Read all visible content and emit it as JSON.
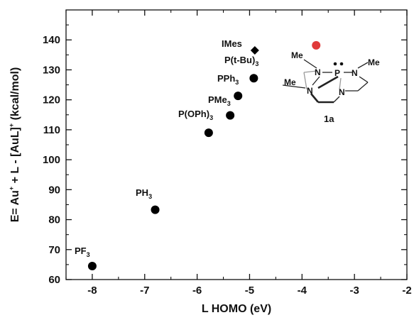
{
  "chart_data": {
    "type": "scatter",
    "title": "",
    "xlabel": "L HOMO (eV)",
    "ylabel": "E= Au+ + L - [AuL]+ (kcal/mol)",
    "xlim": [
      -8.5,
      -2
    ],
    "ylim": [
      60,
      150
    ],
    "xticks": [
      -8,
      -7,
      -6,
      -5,
      -4,
      -3,
      -2
    ],
    "yticks": [
      60,
      70,
      80,
      90,
      100,
      110,
      120,
      130,
      140
    ],
    "grid": false,
    "legend": "none",
    "points": [
      {
        "label": "PF3",
        "x": -8.0,
        "y": 64.5,
        "marker": "circle",
        "color": "#000000"
      },
      {
        "label": "PH3",
        "x": -6.8,
        "y": 83.3,
        "marker": "circle",
        "color": "#000000"
      },
      {
        "label": "P(OPh)3",
        "x": -5.78,
        "y": 109.0,
        "marker": "circle",
        "color": "#000000"
      },
      {
        "label": "PMe3",
        "x": -5.37,
        "y": 114.8,
        "marker": "circle",
        "color": "#000000"
      },
      {
        "label": "PPh3",
        "x": -5.22,
        "y": 121.3,
        "marker": "circle",
        "color": "#000000"
      },
      {
        "label": "P(t-Bu)3",
        "x": -4.92,
        "y": 127.2,
        "marker": "circle",
        "color": "#000000"
      },
      {
        "label": "IMes",
        "x": -4.9,
        "y": 136.5,
        "marker": "diamond",
        "color": "#000000"
      },
      {
        "label": "1a",
        "x": -3.73,
        "y": 138.2,
        "marker": "circle",
        "color": "#e03a3a"
      }
    ],
    "molecule_labels": {
      "me_left_top": "Me",
      "me_right": "Me",
      "me_left_bottom": "Me",
      "n_top": "N",
      "p": "P",
      "n_right": "N",
      "n_bottom_left": "N",
      "n_bottom_right": "N",
      "compound_id": "1a"
    }
  }
}
